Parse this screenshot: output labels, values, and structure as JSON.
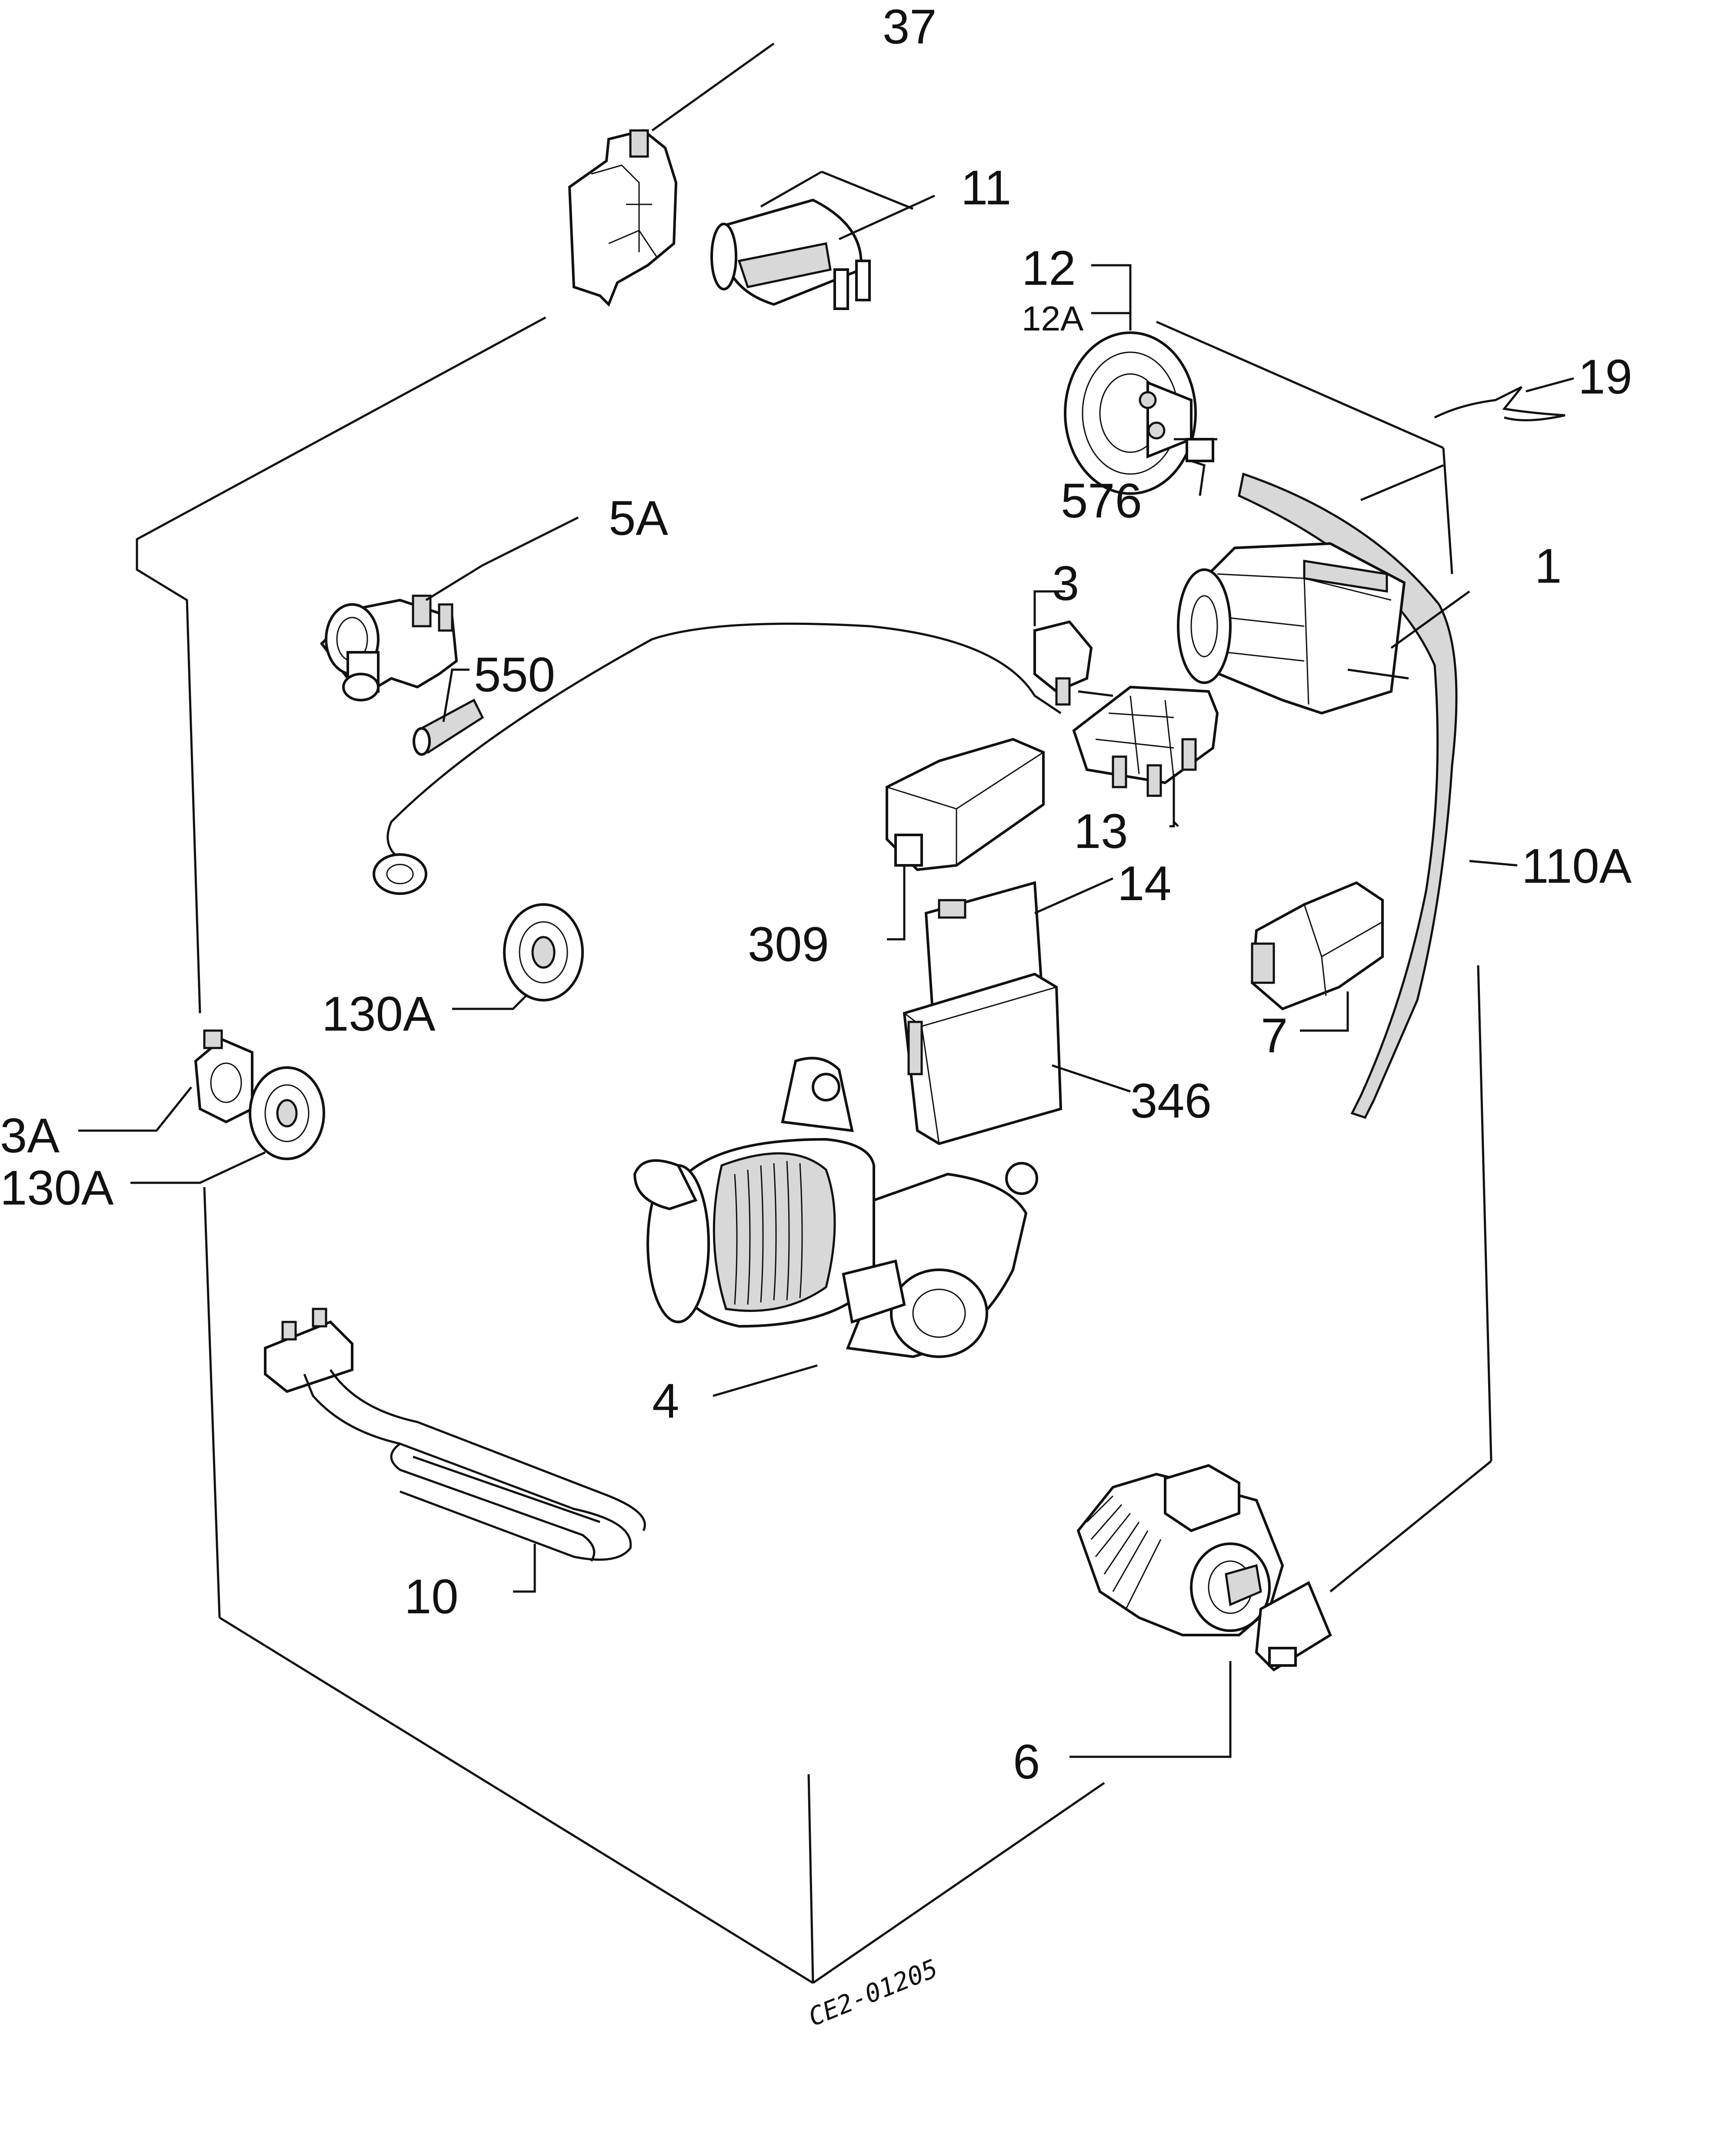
{
  "drawing_code": "CE2-01205",
  "parts": [
    {
      "id": "p37",
      "label": "37"
    },
    {
      "id": "p11",
      "label": "11"
    },
    {
      "id": "p12",
      "label": "12"
    },
    {
      "id": "p12a",
      "label": "12A"
    },
    {
      "id": "p19",
      "label": "19"
    },
    {
      "id": "p576",
      "label": "576"
    },
    {
      "id": "p5a",
      "label": "5A"
    },
    {
      "id": "p1",
      "label": "1"
    },
    {
      "id": "p550",
      "label": "550"
    },
    {
      "id": "p3",
      "label": "3"
    },
    {
      "id": "p13",
      "label": "13"
    },
    {
      "id": "p110a",
      "label": "110A"
    },
    {
      "id": "p14",
      "label": "14"
    },
    {
      "id": "p309",
      "label": "309"
    },
    {
      "id": "p130a_inner",
      "label": "130A"
    },
    {
      "id": "p7",
      "label": "7"
    },
    {
      "id": "p346",
      "label": "346"
    },
    {
      "id": "p3a",
      "label": "3A"
    },
    {
      "id": "p130a_outer",
      "label": "130A"
    },
    {
      "id": "p4",
      "label": "4"
    },
    {
      "id": "p10",
      "label": "10"
    },
    {
      "id": "p6",
      "label": "6"
    }
  ]
}
